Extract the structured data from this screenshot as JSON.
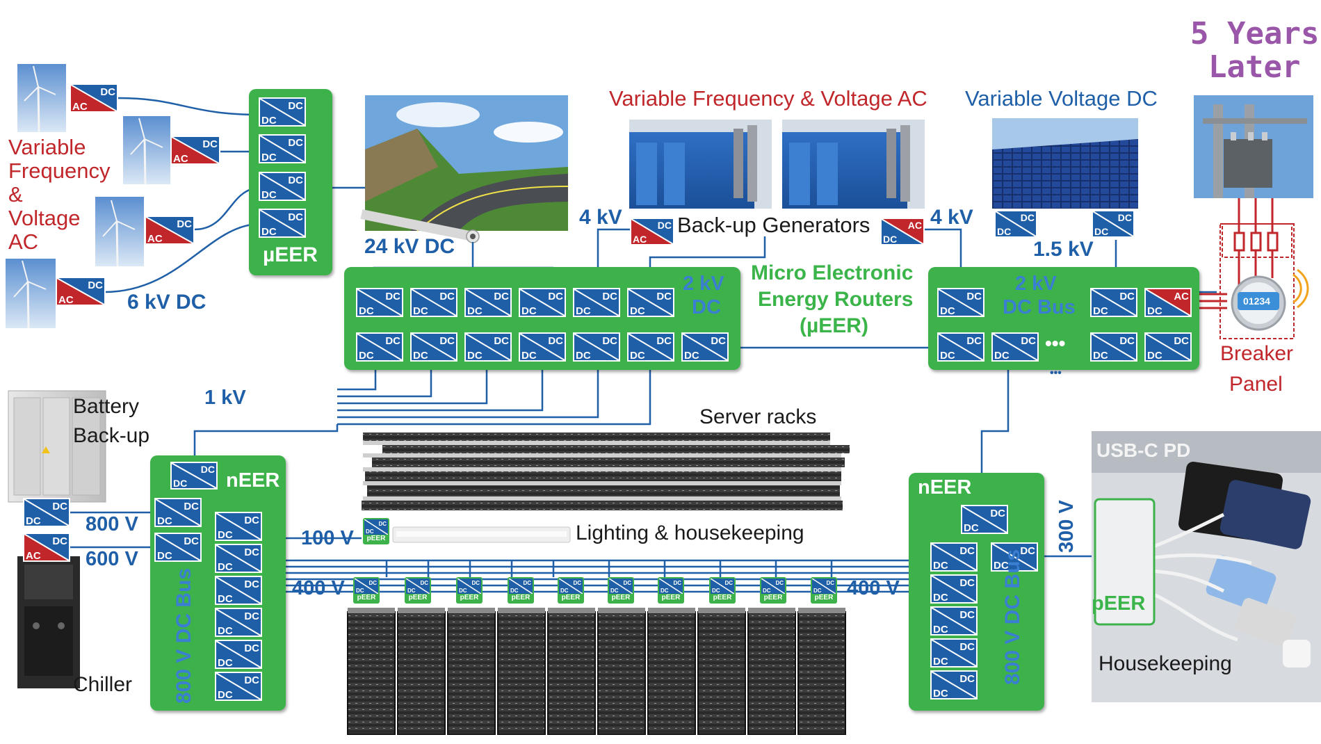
{
  "labels": {
    "five_years": "5 Years",
    "later": "Later",
    "var_freq_left": [
      "Variable",
      "Frequency",
      "&",
      "Voltage",
      "AC"
    ],
    "var_freq_top": "Variable Frequency & Voltage AC",
    "var_volt_dc": "Variable Voltage DC",
    "kv24": "24 kV DC",
    "kv6": "6 kV DC",
    "kv4_left": "4 kV",
    "kv4_right": "4 kV",
    "backup_gen": "Back-up Generators",
    "kv15": "1.5 kV",
    "kv2dc": [
      "2 kV",
      "DC"
    ],
    "kv2bus": [
      "2 kV",
      "DC Bus"
    ],
    "micro_title": [
      "Micro Electronic",
      "Energy Routers",
      "(µEER)"
    ],
    "ueer": "µEER",
    "kv1": "1 kV",
    "battery": [
      "Battery",
      "Back-up"
    ],
    "server_racks": "Server racks",
    "breaker": [
      "Breaker",
      "Panel"
    ],
    "usbc": "USB-C PD",
    "neer": "nEER",
    "v800": "800 V",
    "v600": "600 V",
    "v100": "100 V",
    "v400": "400 V",
    "v300": "300 V",
    "lighting": "Lighting & housekeeping",
    "chiller": "Chiller",
    "housekeeping": "Housekeeping",
    "dc_bus_800": "800 V DC Bus",
    "peer": "pEER",
    "ellipsis": "•••",
    "ellipsis_small": "•••",
    "meter": "01234"
  },
  "converter": {
    "dc": "DC",
    "ac": "AC"
  },
  "colors": {
    "green": "#3eb24a",
    "blue": "#1f5fa8",
    "red": "#c0262a",
    "purple": "#9a56a8"
  }
}
